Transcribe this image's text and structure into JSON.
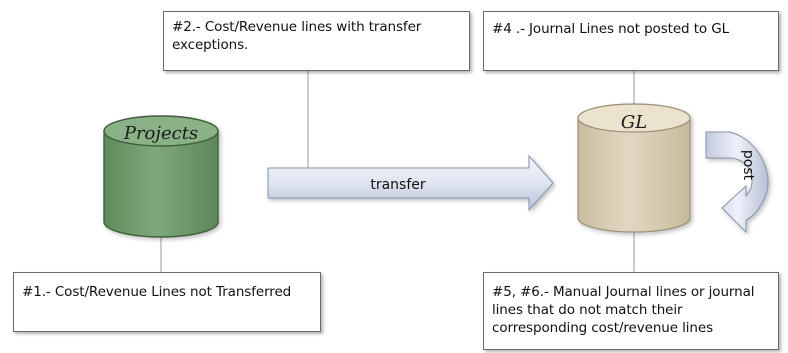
{
  "nodes": {
    "projects": {
      "label": "Projects",
      "color": "#7aa276"
    },
    "gl": {
      "label": "GL",
      "color": "#d6cbb3"
    }
  },
  "edges": {
    "transfer": {
      "label": "transfer"
    },
    "post": {
      "label": "post"
    }
  },
  "callouts": {
    "c1": {
      "text": "#1.- Cost/Revenue Lines not Transferred"
    },
    "c2": {
      "text": "#2.- Cost/Revenue lines with transfer exceptions."
    },
    "c4": {
      "text": "#4 .- Journal Lines not posted to GL"
    },
    "c5": {
      "text": "#5, #6.- Manual Journal lines or journal lines that do not match their corresponding cost/revenue lines"
    }
  }
}
